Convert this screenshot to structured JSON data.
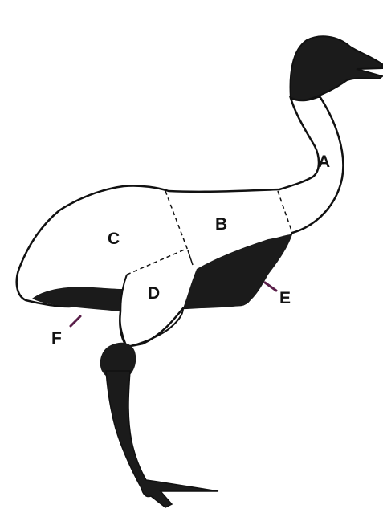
{
  "diagram": {
    "labels": {
      "a": "A",
      "b": "B",
      "c": "C",
      "d": "D",
      "e": "E",
      "f": "F"
    }
  },
  "colors": {
    "background": "#ffffff",
    "outline": "#111111",
    "dark_fill": "#1b1b1b",
    "pointer": "#5a1f4a"
  }
}
